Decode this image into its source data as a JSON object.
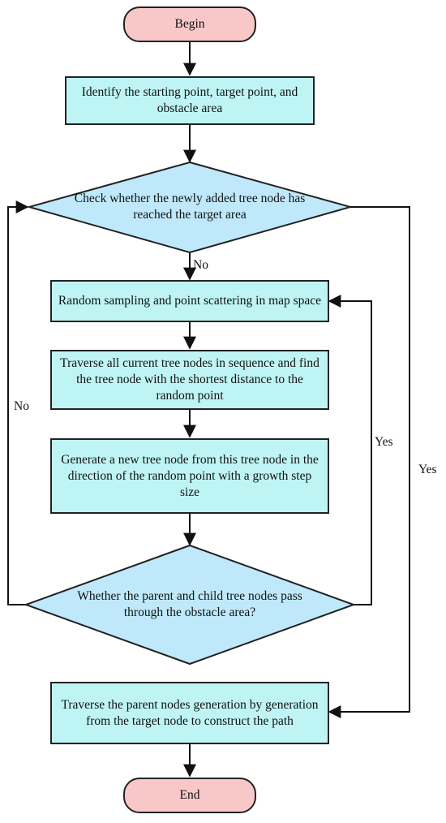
{
  "flowchart": {
    "begin": "Begin",
    "identify": "Identify the starting point, target point, and obstacle area",
    "check_reached": "Check whether the newly added tree node has reached the target area",
    "random_sampling": "Random sampling and point scattering in map space",
    "traverse_nodes": "Traverse all current tree nodes in sequence and find the tree node with the shortest distance to the random point",
    "generate_node": "Generate a new tree node from this tree node in the direction of the random point with a growth step size",
    "check_obstacle": "Whether the parent and child tree nodes pass through the obstacle area?",
    "construct_path": "Traverse the parent nodes generation by generation from the target node to construct the path",
    "end": "End"
  },
  "edge_labels": {
    "no_down": "No",
    "no_loop": "No",
    "yes_inner": "Yes",
    "yes_outer": "Yes"
  },
  "colors": {
    "terminal_fill": "#f8c8c8",
    "process_fill": "#bff4f4",
    "decision_fill": "#bfe9fb",
    "stroke": "#222222"
  }
}
